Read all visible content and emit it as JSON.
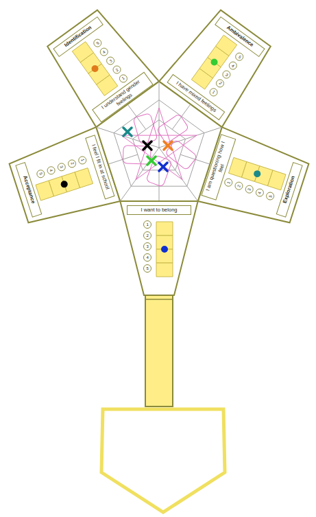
{
  "diagram": {
    "nodes": [
      {
        "text": [
          "Identification"
        ]
      },
      {
        "text": [
          "I understand gender feelings"
        ]
      },
      {
        "text": [
          "Ambivalence"
        ]
      },
      {
        "text": [
          "I have mixed feelings"
        ]
      },
      {
        "text": [
          "Acceptance"
        ]
      },
      {
        "text": [
          "I feel I fit in at school"
        ]
      },
      {
        "text": [
          "Exploration"
        ]
      },
      {
        "text": [
          "I am questioning how I feel"
        ]
      },
      {
        "text": [
          "I want to belong"
        ]
      }
    ],
    "labels": [
      "1",
      "2",
      "3",
      "4",
      "5",
      "1",
      "2",
      "3",
      "4",
      "5",
      "1",
      "2",
      "3",
      "4",
      "5",
      "1",
      "2",
      "3",
      "4",
      "5",
      "1",
      "2",
      "3",
      "4",
      "5"
    ]
  }
}
